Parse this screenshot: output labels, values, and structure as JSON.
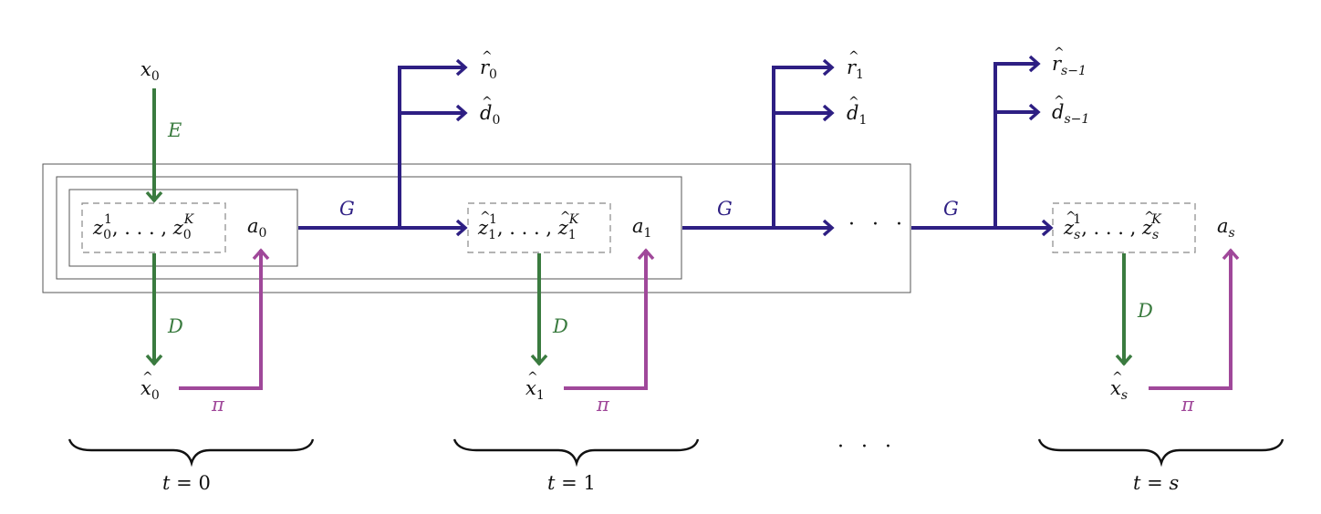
{
  "diagram": {
    "colors": {
      "encoder": "#3a7b3f",
      "generator": "#2e1f83",
      "policy": "#a0489a",
      "box_border": "#555555",
      "dashed_border": "#888888"
    },
    "edge_labels": {
      "encoder": "E",
      "decoder": "D",
      "generator": "G",
      "policy": "π"
    },
    "input": {
      "base": "x",
      "sub": "0"
    },
    "steps": [
      {
        "latent": {
          "base": "z",
          "hat": false,
          "sub": "0",
          "sup_first": "1",
          "sup_last": "K"
        },
        "action": {
          "base": "a",
          "sub": "0"
        },
        "recon": {
          "base": "x",
          "sub": "0"
        },
        "time_label": {
          "var": "t",
          "eq": "=",
          "val": "0"
        }
      },
      {
        "latent": {
          "base": "z",
          "hat": true,
          "sub": "1",
          "sup_first": "1",
          "sup_last": "K"
        },
        "action": {
          "base": "a",
          "sub": "1"
        },
        "recon": {
          "base": "x",
          "sub": "1"
        },
        "time_label": {
          "var": "t",
          "eq": "=",
          "val": "1"
        }
      },
      {
        "latent": {
          "base": "z",
          "hat": true,
          "sub": "s",
          "sup_first": "1",
          "sup_last": "K"
        },
        "action": {
          "base": "a",
          "sub": "s"
        },
        "recon": {
          "base": "x",
          "sub": "s"
        },
        "time_label": {
          "var": "t",
          "eq": "=",
          "val": "s"
        }
      }
    ],
    "predictions": [
      {
        "reward": {
          "base": "r",
          "sub": "0"
        },
        "done": {
          "base": "d",
          "sub": "0"
        }
      },
      {
        "reward": {
          "base": "r",
          "sub": "1"
        },
        "done": {
          "base": "d",
          "sub": "1"
        }
      },
      {
        "reward": {
          "base": "r",
          "sub": "s−1"
        },
        "done": {
          "base": "d",
          "sub": "s−1"
        }
      }
    ],
    "ellipsis": "· · ·",
    "latent_separator": ", . . . , "
  }
}
